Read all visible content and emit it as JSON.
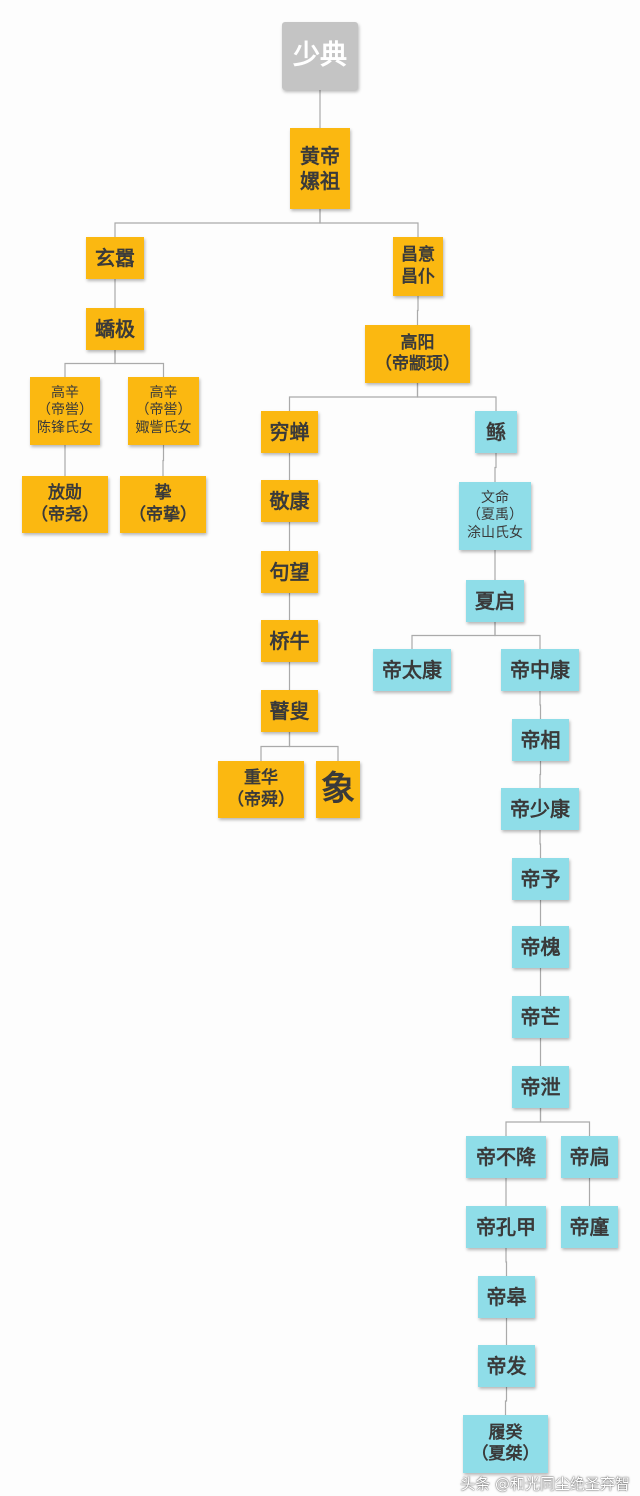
{
  "nodes": [
    {
      "id": "shaodian",
      "lines": [
        "少典"
      ],
      "style": "gray"
    },
    {
      "id": "huangdi",
      "lines": [
        "黄帝",
        "嫘祖"
      ],
      "style": "gold"
    },
    {
      "id": "xuanxiao",
      "lines": [
        "玄嚣"
      ],
      "style": "gold"
    },
    {
      "id": "changyi",
      "lines": [
        "昌意",
        "昌仆"
      ],
      "style": "gold"
    },
    {
      "id": "jiaoji",
      "lines": [
        "蟜极"
      ],
      "style": "gold"
    },
    {
      "id": "gaoyang",
      "lines": [
        "高阳",
        "（帝颛顼）"
      ],
      "style": "gold"
    },
    {
      "id": "gaoxin-1",
      "lines": [
        "高辛",
        "（帝喾）",
        "陈锋氏女"
      ],
      "style": "gold"
    },
    {
      "id": "gaoxin-2",
      "lines": [
        "高辛",
        "（帝喾）",
        "娵訾氏女"
      ],
      "style": "gold"
    },
    {
      "id": "fangxun",
      "lines": [
        "放勋",
        "（帝尧）"
      ],
      "style": "gold"
    },
    {
      "id": "zhi",
      "lines": [
        "挚",
        "（帝挚）"
      ],
      "style": "gold"
    },
    {
      "id": "qiongchan",
      "lines": [
        "穷蝉"
      ],
      "style": "gold"
    },
    {
      "id": "jingkang",
      "lines": [
        "敬康"
      ],
      "style": "gold"
    },
    {
      "id": "juwang",
      "lines": [
        "句望"
      ],
      "style": "gold"
    },
    {
      "id": "qiaoniu",
      "lines": [
        "桥牛"
      ],
      "style": "gold"
    },
    {
      "id": "gusou",
      "lines": [
        "瞽叟"
      ],
      "style": "gold"
    },
    {
      "id": "chonghua",
      "lines": [
        "重华",
        "（帝舜）"
      ],
      "style": "gold"
    },
    {
      "id": "xiang",
      "lines": [
        "象"
      ],
      "style": "gold"
    },
    {
      "id": "gun",
      "lines": [
        "鲧"
      ],
      "style": "teal"
    },
    {
      "id": "wenming",
      "lines": [
        "文命",
        "（夏禹）",
        "涂山氏女"
      ],
      "style": "teal"
    },
    {
      "id": "xiaqi",
      "lines": [
        "夏启"
      ],
      "style": "teal"
    },
    {
      "id": "taikang",
      "lines": [
        "帝太康"
      ],
      "style": "teal"
    },
    {
      "id": "zhongkang",
      "lines": [
        "帝中康"
      ],
      "style": "teal"
    },
    {
      "id": "xiang2",
      "lines": [
        "帝相"
      ],
      "style": "teal"
    },
    {
      "id": "shaokang",
      "lines": [
        "帝少康"
      ],
      "style": "teal"
    },
    {
      "id": "yu",
      "lines": [
        "帝予"
      ],
      "style": "teal"
    },
    {
      "id": "huai",
      "lines": [
        "帝槐"
      ],
      "style": "teal"
    },
    {
      "id": "mang",
      "lines": [
        "帝芒"
      ],
      "style": "teal"
    },
    {
      "id": "xie",
      "lines": [
        "帝泄"
      ],
      "style": "teal"
    },
    {
      "id": "bujiang",
      "lines": [
        "帝不降"
      ],
      "style": "teal"
    },
    {
      "id": "jiong",
      "lines": [
        "帝扃"
      ],
      "style": "teal"
    },
    {
      "id": "kongjia",
      "lines": [
        "帝孔甲"
      ],
      "style": "teal"
    },
    {
      "id": "jin",
      "lines": [
        "帝廑"
      ],
      "style": "teal"
    },
    {
      "id": "gao",
      "lines": [
        "帝皋"
      ],
      "style": "teal"
    },
    {
      "id": "fa",
      "lines": [
        "帝发"
      ],
      "style": "teal"
    },
    {
      "id": "lvgui",
      "lines": [
        "履癸",
        "（夏桀）"
      ],
      "style": "teal"
    }
  ],
  "edges": [
    [
      "shaodian",
      "huangdi"
    ],
    [
      "huangdi",
      "xuanxiao"
    ],
    [
      "huangdi",
      "changyi"
    ],
    [
      "xuanxiao",
      "jiaoji"
    ],
    [
      "jiaoji",
      "gaoxin-1"
    ],
    [
      "jiaoji",
      "gaoxin-2"
    ],
    [
      "gaoxin-1",
      "fangxun"
    ],
    [
      "gaoxin-2",
      "zhi"
    ],
    [
      "changyi",
      "gaoyang"
    ],
    [
      "gaoyang",
      "qiongchan"
    ],
    [
      "gaoyang",
      "gun"
    ],
    [
      "qiongchan",
      "jingkang"
    ],
    [
      "jingkang",
      "juwang"
    ],
    [
      "juwang",
      "qiaoniu"
    ],
    [
      "qiaoniu",
      "gusou"
    ],
    [
      "gusou",
      "chonghua"
    ],
    [
      "gusou",
      "xiang"
    ],
    [
      "gun",
      "wenming"
    ],
    [
      "wenming",
      "xiaqi"
    ],
    [
      "xiaqi",
      "taikang"
    ],
    [
      "xiaqi",
      "zhongkang"
    ],
    [
      "zhongkang",
      "xiang2"
    ],
    [
      "xiang2",
      "shaokang"
    ],
    [
      "shaokang",
      "yu"
    ],
    [
      "yu",
      "huai"
    ],
    [
      "huai",
      "mang"
    ],
    [
      "mang",
      "xie"
    ],
    [
      "xie",
      "bujiang"
    ],
    [
      "xie",
      "jiong"
    ],
    [
      "bujiang",
      "kongjia"
    ],
    [
      "jiong",
      "jin"
    ],
    [
      "kongjia",
      "gao"
    ],
    [
      "gao",
      "fa"
    ],
    [
      "fa",
      "lvgui"
    ]
  ],
  "watermark": "头条 @和光同尘绝圣弃智",
  "colors": {
    "gold": "#fbb811",
    "teal": "#8fdde8",
    "gray": "#c4c4c4",
    "connector": "#aaaaaa"
  }
}
